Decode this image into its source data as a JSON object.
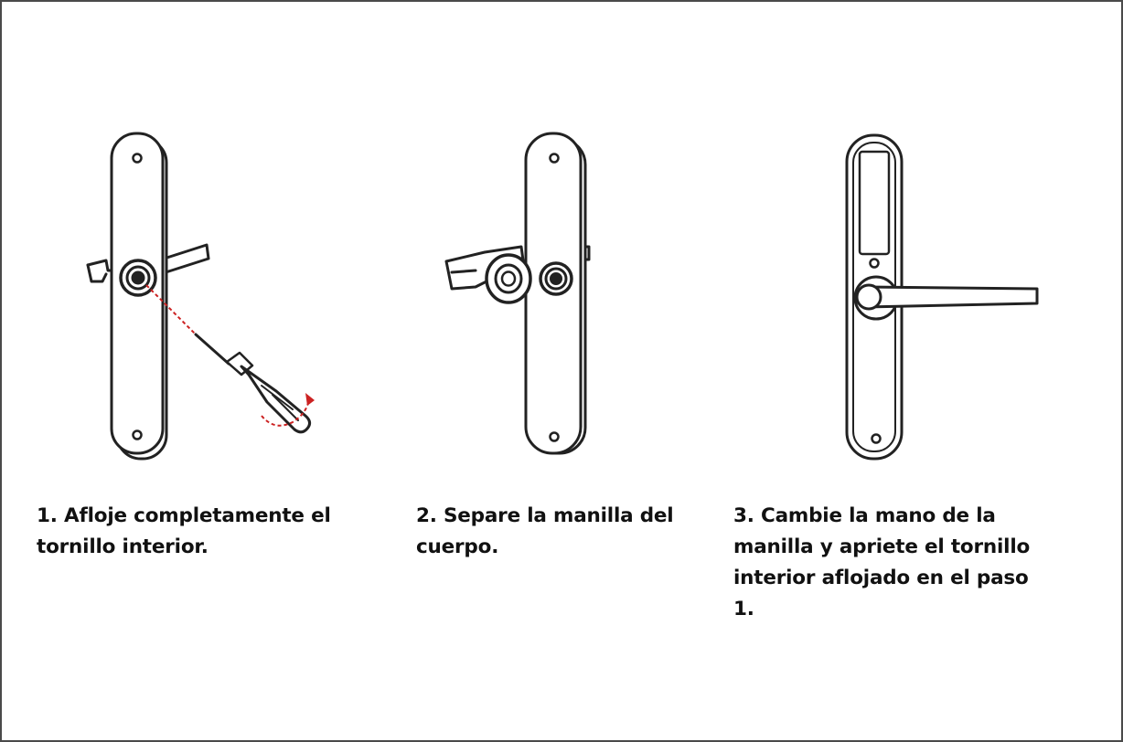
{
  "steps": [
    {
      "caption": "1. Afloje completamente el tornillo interior.",
      "illustration": "handle-with-screwdriver"
    },
    {
      "caption": "2. Separe la manilla del cuerpo.",
      "illustration": "handle-separated"
    },
    {
      "caption": "3. Cambie la mano de la manilla y apriete el tornillo interior aflojado en el paso 1.",
      "illustration": "handle-reversed"
    }
  ],
  "colors": {
    "line": "#222222",
    "arrow": "#cc2222",
    "border": "#4a4a4a"
  }
}
